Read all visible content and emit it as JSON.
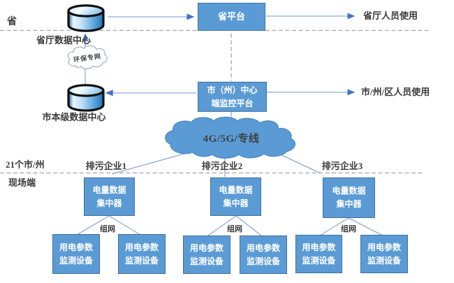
{
  "colors": {
    "box_fill": "#5b9bd5",
    "box_border": "#41719c",
    "connector_line": "#8faadc",
    "arrowhead": "#4472c4",
    "dashed_guide": "#a6a6a6",
    "label_text": "#3b3b3b",
    "box_text": "#ffffff",
    "cylinder_outline": "#111111",
    "cloud_fill": "#5b9bd5"
  },
  "zones": {
    "province_label": "省",
    "city_row_label": "21个市/州",
    "field_label": "现场端"
  },
  "province_tier": {
    "datacenter_label": "省厅数据中心",
    "platform_label": "省平台",
    "users_label": "省厅人员使用",
    "private_network_label": "环保专网"
  },
  "city_tier": {
    "datacenter_label": "市本级数据中心",
    "platform_line1": "市（州）中心",
    "platform_line2": "端监控平台",
    "users_label": "市/州/区人员使用",
    "wan_label": "4G/5G/专线"
  },
  "field_tier": {
    "enterprises": [
      {
        "name": "排污企业1",
        "concentrator_line1": "电量数据",
        "concentrator_line2": "集中器",
        "network_label": "组网",
        "devices": [
          {
            "line1": "用电参数",
            "line2": "监测设备"
          },
          {
            "line1": "用电参数",
            "line2": "监测设备"
          }
        ]
      },
      {
        "name": "排污企业2",
        "concentrator_line1": "电量数据",
        "concentrator_line2": "集中器",
        "network_label": "组网",
        "devices": [
          {
            "line1": "用电参数",
            "line2": "监测设备"
          },
          {
            "line1": "用电参数",
            "line2": "监测设备"
          }
        ]
      },
      {
        "name": "排污企业3",
        "concentrator_line1": "电量数据",
        "concentrator_line2": "集中器",
        "network_label": "组网",
        "devices": [
          {
            "line1": "用电参数",
            "line2": "监测设备"
          },
          {
            "line1": "用电参数",
            "line2": "监测设备"
          }
        ]
      }
    ]
  }
}
